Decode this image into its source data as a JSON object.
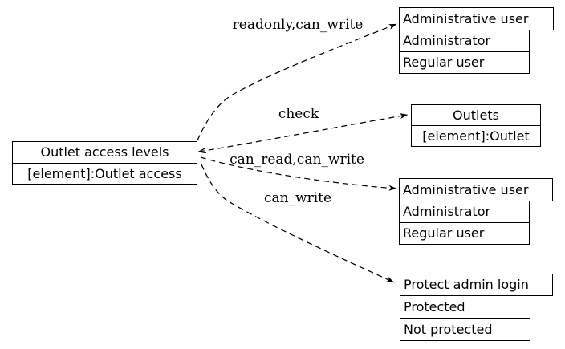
{
  "diagram": {
    "colors": {
      "background": "#ffffff",
      "line": "#000000",
      "text": "#000000"
    },
    "source_node": {
      "title": "Outlet access levels",
      "subtitle": "[element]:Outlet access"
    },
    "edges": [
      {
        "label": "readonly,can_write",
        "target": "Administrative user (top)",
        "direction": "forward",
        "style": "dashed"
      },
      {
        "label": "check",
        "target": "Outlets",
        "direction": "both",
        "style": "dashed"
      },
      {
        "label": "can_read,can_write",
        "target": "Administrative user (middle)",
        "direction": "forward",
        "style": "dashed"
      },
      {
        "label": "can_write",
        "target": "Protect admin login",
        "direction": "forward",
        "style": "dashed"
      }
    ],
    "target_nodes": [
      {
        "header": "Administrative user",
        "rows": [
          "Administrator",
          "Regular user"
        ]
      },
      {
        "header": "Outlets",
        "rows": [
          "[element]:Outlet"
        ]
      },
      {
        "header": "Administrative user",
        "rows": [
          "Administrator",
          "Regular user"
        ]
      },
      {
        "header": "Protect admin login",
        "rows": [
          "Protected",
          "Not protected"
        ]
      }
    ]
  }
}
